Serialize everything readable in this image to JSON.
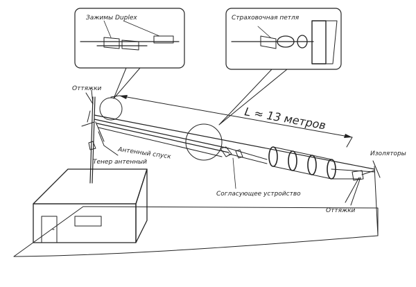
{
  "labels": {
    "clamps": "Зажимы Duplex",
    "loop": "Страховочная петля",
    "guys_left": "Оттяжки",
    "downlead": "Антенный спуск",
    "mast": "Тенер антенный",
    "length": "L ≈ 13 метров",
    "matching": "Согласующее устройство",
    "insulators": "Изоляторы",
    "guys_right": "Оттяжки"
  }
}
